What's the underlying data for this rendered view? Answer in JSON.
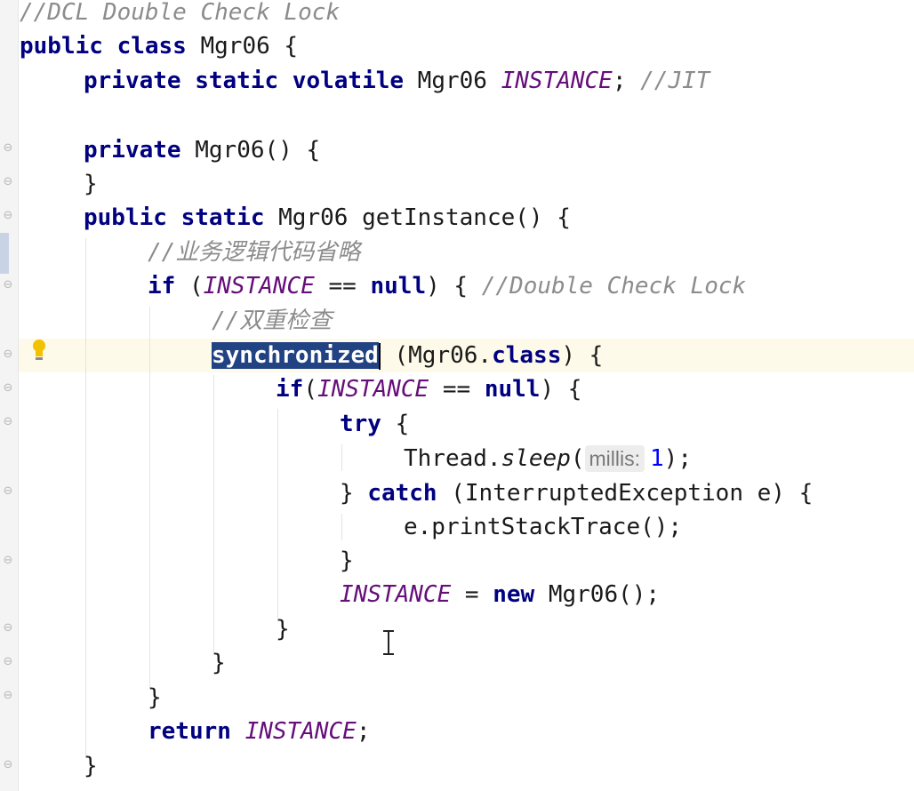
{
  "editor": {
    "lines": {
      "l1": {
        "comment": "//DCL Double Check Lock"
      },
      "l2": {
        "kw": "public class",
        "text": " Mgr06 {"
      },
      "l3": {
        "kw": "private static volatile",
        "text1": " Mgr06 ",
        "field": "INSTANCE",
        "text2": "; ",
        "comment": "//JIT"
      },
      "l5": {
        "kw": "private",
        "text": " Mgr06() {"
      },
      "l6": {
        "text": "}"
      },
      "l7": {
        "kw": "public static",
        "text": " Mgr06 getInstance() {"
      },
      "l8": {
        "comment": "//业务逻辑代码省略"
      },
      "l9": {
        "kw": "if",
        "text1": " (",
        "field": "INSTANCE",
        "text2": " == ",
        "kw2": "null",
        "text3": ") { ",
        "comment": "//Double Check Lock"
      },
      "l10": {
        "comment": "//双重检查"
      },
      "l11": {
        "selected": "synchronized",
        "text1": " (Mgr06.",
        "kw": "class",
        "text2": ") {"
      },
      "l12": {
        "kw": "if",
        "text1": "(",
        "field": "INSTANCE",
        "text2": " == ",
        "kw2": "null",
        "text3": ") {"
      },
      "l13": {
        "kw": "try",
        "text": " {"
      },
      "l14": {
        "text1": "Thread.",
        "method": "sleep",
        "text2": "(",
        "hint": "millis:",
        "num": "1",
        "text3": ");"
      },
      "l15": {
        "text1": "} ",
        "kw": "catch",
        "text2": " (InterruptedException e) {"
      },
      "l16": {
        "text": "e.printStackTrace();"
      },
      "l17": {
        "text": "}"
      },
      "l18": {
        "field": "INSTANCE",
        "text1": " = ",
        "kw": "new",
        "text2": " Mgr06();"
      },
      "l19": {
        "text": "}"
      },
      "l20": {
        "text": "}"
      },
      "l21": {
        "text": "}"
      },
      "l22": {
        "kw": "return",
        "field": "INSTANCE",
        "text": ";"
      },
      "l23": {
        "text": "}"
      }
    }
  },
  "colors": {
    "keyword": "#000080",
    "comment": "#8c8c8c",
    "field": "#660e7a",
    "number": "#0000ff",
    "selection": "#214283",
    "current_line": "#fdfae9"
  },
  "icons": {
    "intention": "lightbulb-icon",
    "fold": "fold-marker-icon",
    "cursor": "text-cursor-icon"
  }
}
